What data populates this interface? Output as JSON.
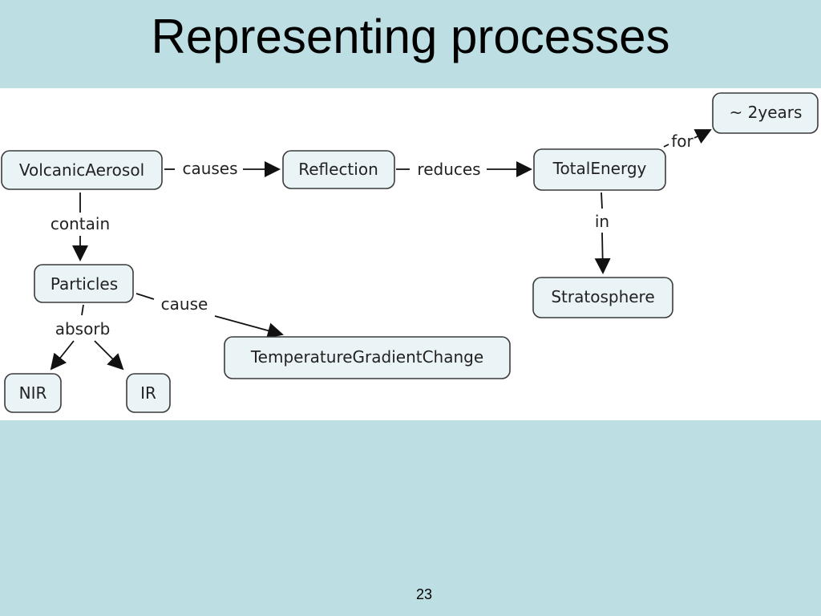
{
  "title": "Representing processes",
  "page_number": "23",
  "diagram": {
    "nodes": {
      "volcanic_aerosol": "VolcanicAerosol",
      "reflection": "Reflection",
      "total_energy": "TotalEnergy",
      "two_years": "~ 2years",
      "stratosphere": "Stratosphere",
      "particles": "Particles",
      "temperature_gradient_change": "TemperatureGradientChange",
      "nir": "NIR",
      "ir": "IR"
    },
    "links": {
      "causes": "causes",
      "reduces": "reduces",
      "for": "for",
      "in": "in",
      "contain": "contain",
      "cause": "cause",
      "absorb": "absorb"
    }
  }
}
